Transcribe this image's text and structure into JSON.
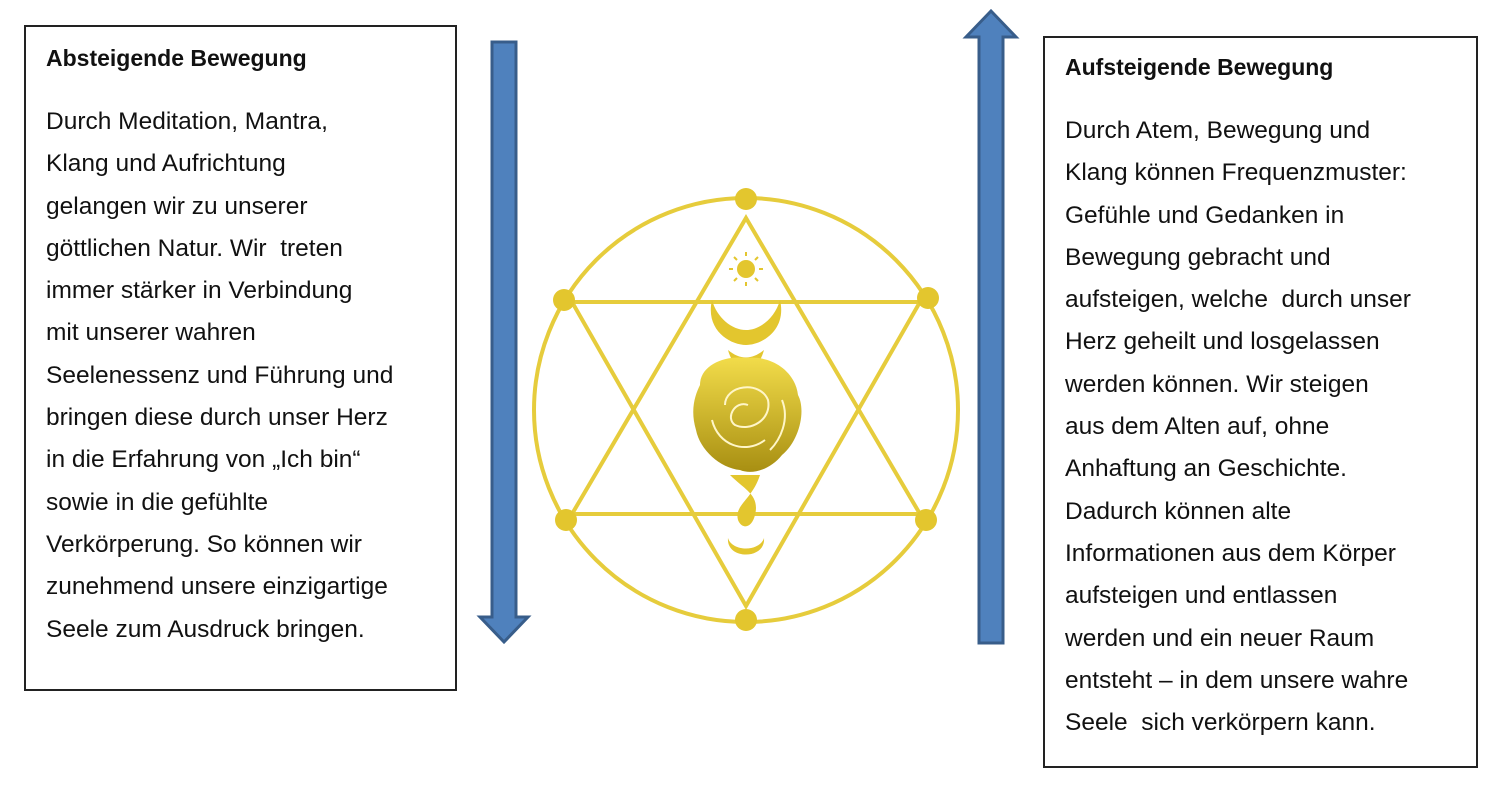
{
  "left_panel": {
    "title": "Absteigende Bewegung",
    "lines": [
      "Durch Meditation, Mantra,",
      "Klang und Aufrichtung",
      "gelangen wir zu unserer",
      "göttlichen Natur. Wir  treten",
      "immer stärker in Verbindung",
      "mit unserer wahren",
      "Seelenessenz und Führung und",
      "bringen diese durch unser Herz",
      "in die Erfahrung von „Ich bin“",
      "sowie in die gefühlte",
      "Verkörperung. So können wir",
      "zunehmend unsere einzigartige",
      "Seele zum Ausdruck bringen."
    ]
  },
  "right_panel": {
    "title": "Aufsteigende Bewegung",
    "lines": [
      "Durch Atem, Bewegung und",
      "Klang können Frequenzmuster:",
      "Gefühle und Gedanken in",
      "Bewegung gebracht und",
      "aufsteigen, welche  durch unser",
      "Herz geheilt und losgelassen",
      "werden können. Wir steigen",
      "aus dem Alten auf, ohne",
      "Anhaftung an Geschichte.",
      "Dadurch können alte",
      "Informationen aus dem Körper",
      "aufsteigen und entlassen",
      "werden und ein neuer Raum",
      "entsteht – in dem unsere wahre",
      "Seele  sich verkörpern kann."
    ]
  },
  "colors": {
    "arrow": "#4f81bd",
    "arrow_border": "#385d8a",
    "gold": "#e6cc3c"
  },
  "icons": [
    "arrow-down-icon",
    "arrow-up-icon",
    "star-of-david-rose-symbol"
  ]
}
